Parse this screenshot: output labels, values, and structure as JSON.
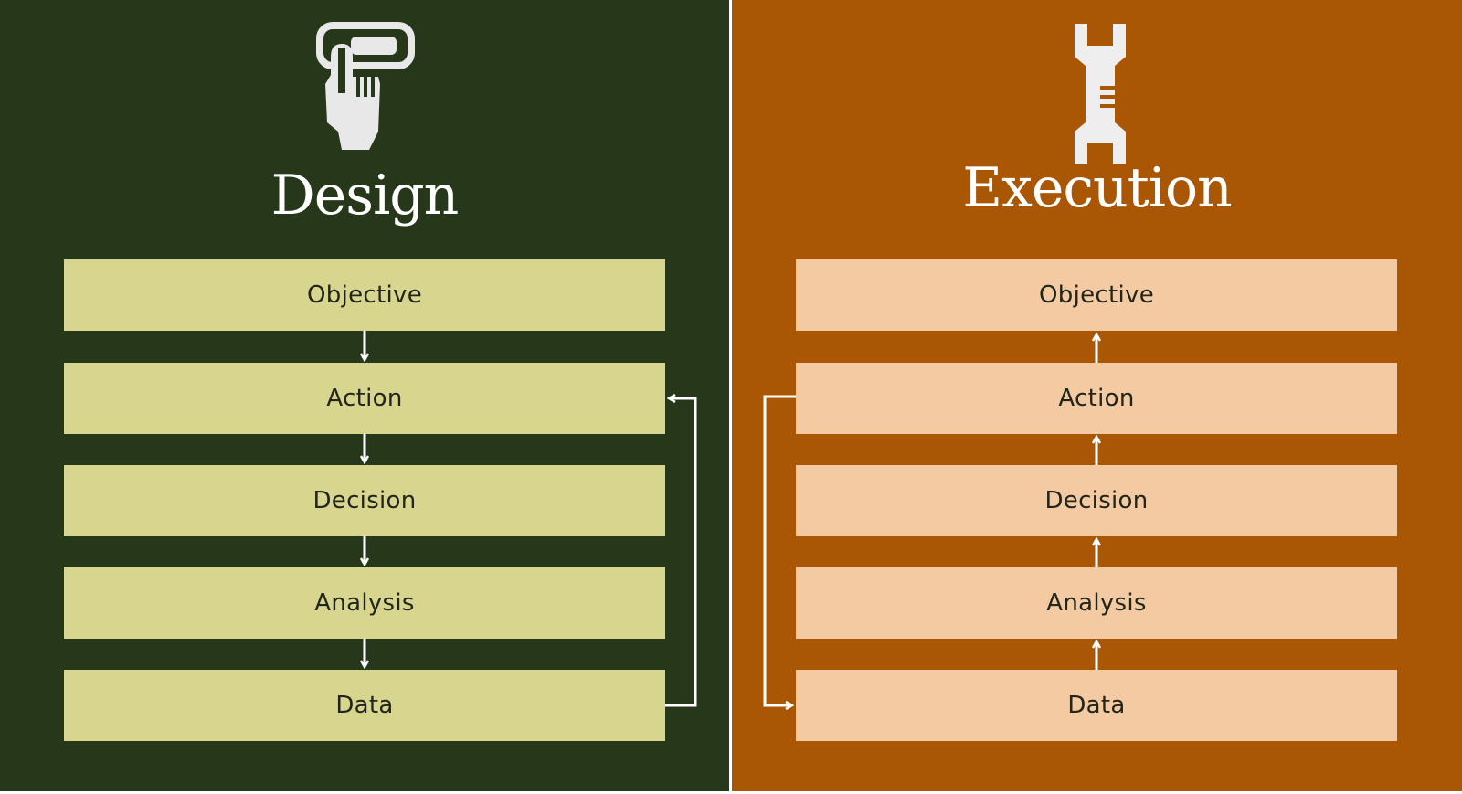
{
  "colors": {
    "design_bg": "#27371a",
    "design_box": "#d8d58e",
    "execution_bg": "#a95705",
    "execution_box": "#f3caa2",
    "arrow": "#ffffff",
    "text_dark": "#22261a"
  },
  "design": {
    "icon": "hand-pressing-button-icon",
    "title": "Design",
    "steps": [
      "Objective",
      "Action",
      "Decision",
      "Analysis",
      "Data"
    ]
  },
  "execution": {
    "icon": "wrench-icon",
    "title": "Execution",
    "steps": [
      "Objective",
      "Action",
      "Decision",
      "Analysis",
      "Data"
    ]
  }
}
